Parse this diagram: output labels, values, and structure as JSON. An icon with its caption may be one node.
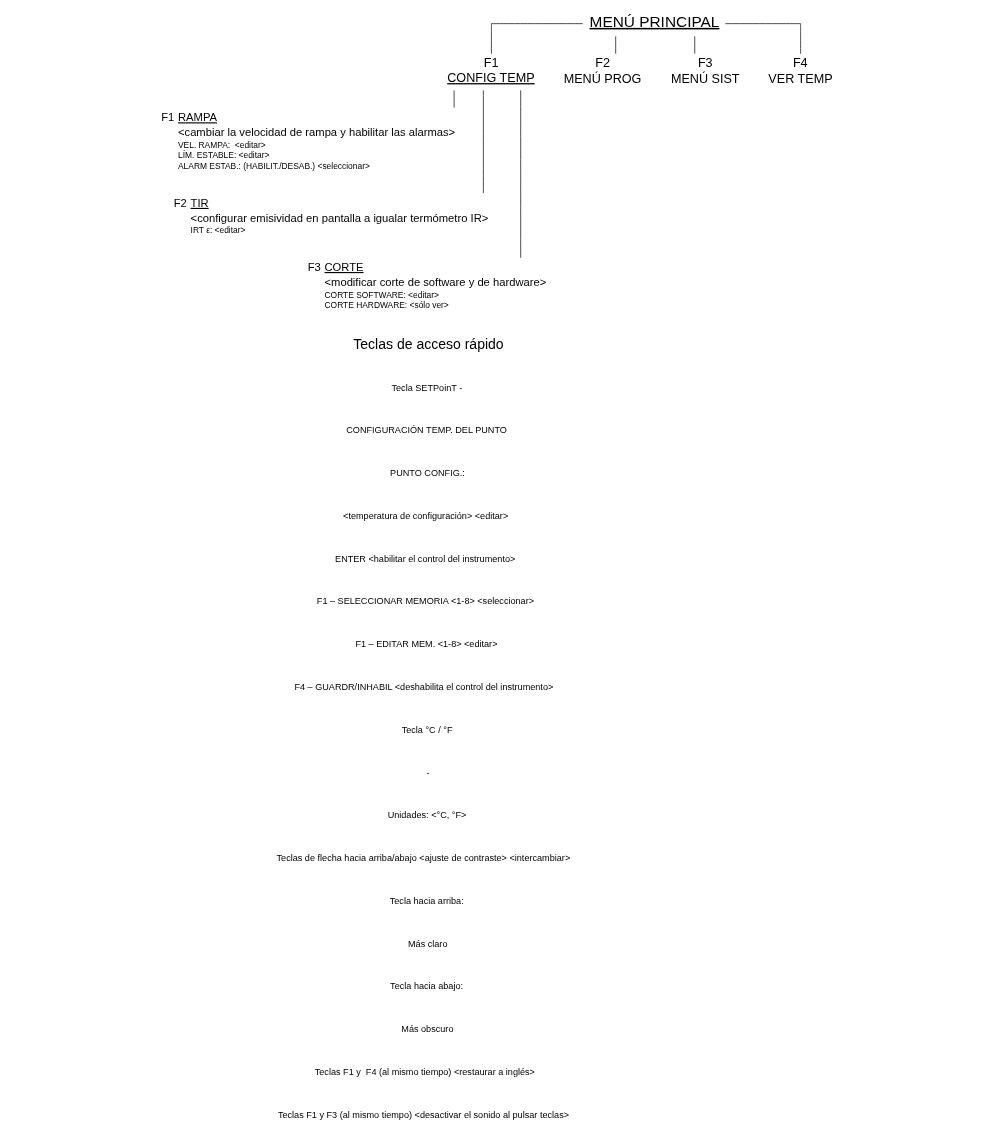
{
  "diagram": {
    "nodes": [
      {
        "text": [
          "MENÚ PRINCIPAL"
        ]
      },
      {
        "text": [
          "F1",
          "CONFIG TEMP"
        ]
      },
      {
        "text": [
          "F2",
          "MENÚ PROG"
        ]
      },
      {
        "text": [
          "F3",
          "MENÚ SIST"
        ]
      },
      {
        "text": [
          "F4",
          "VER TEMP"
        ]
      },
      {
        "text": [
          "RAMPA",
          "<cambiar la velocidad de rampa y habilitar las alarmas>",
          "VEL. RAMPA:  <editar>",
          "LÍM. ESTABLE: <editar>",
          "ALARM ESTAB.: (HABILIT./DESAB.) <seleccionar>"
        ],
        "beside": [
          "F1"
        ]
      },
      {
        "text": [
          "TIR",
          "<configurar emisividad en pantalla a igualar termómetro IR>",
          "IRT ε: <editar>"
        ],
        "beside": [
          "F2"
        ]
      },
      {
        "text": [
          "CORTE",
          "<modificar corte de software y de hardware>",
          "CORTE SOFTWARE: <editar>",
          "CORTE HARDWARE: <sólo ver>"
        ],
        "beside": [
          "F3"
        ]
      }
    ],
    "edges": [
      {
        "from": 0,
        "to": 1,
        "arrow": "none"
      },
      {
        "from": 0,
        "to": 2,
        "arrow": "none"
      },
      {
        "from": 0,
        "to": 3,
        "arrow": "none"
      },
      {
        "from": 0,
        "to": 4,
        "arrow": "none"
      },
      {
        "from": 1,
        "to": 5,
        "arrow": "none"
      },
      {
        "from": 1,
        "to": 6,
        "arrow": "none"
      },
      {
        "from": 1,
        "to": 7,
        "arrow": "none"
      }
    ],
    "labels": [
      "Teclas de acceso rápido",
      "Tecla SETPoinT -",
      "CONFIGURACIÓN TEMP. DEL PUNTO",
      "PUNTO CONFIG.:",
      "<temperatura de configuración> <editar>",
      "ENTER <habilitar el control del instrumento>",
      "F1 – SELECCIONAR MEMORIA <1-8> <seleccionar>",
      "F1 – EDITAR MEM. <1-8> <editar>",
      "F4 – GUARDR/INHABIL <deshabilita el control del instrumento>",
      "Tecla °C / °F",
      "-",
      "Unidades: <°C, °F>",
      "Teclas de flecha hacia arriba/abajo <ajuste de contraste> <intercambiar>",
      "Tecla hacia arriba:",
      "Más claro",
      "Tecla hacia abajo:",
      "Más obscuro",
      "Teclas F1 y  F4 (al mismo tiempo) <restaurar a inglés>",
      "Teclas F1 y F3 (al mismo tiempo) <desactivar el sonido al pulsar teclas>"
    ]
  }
}
